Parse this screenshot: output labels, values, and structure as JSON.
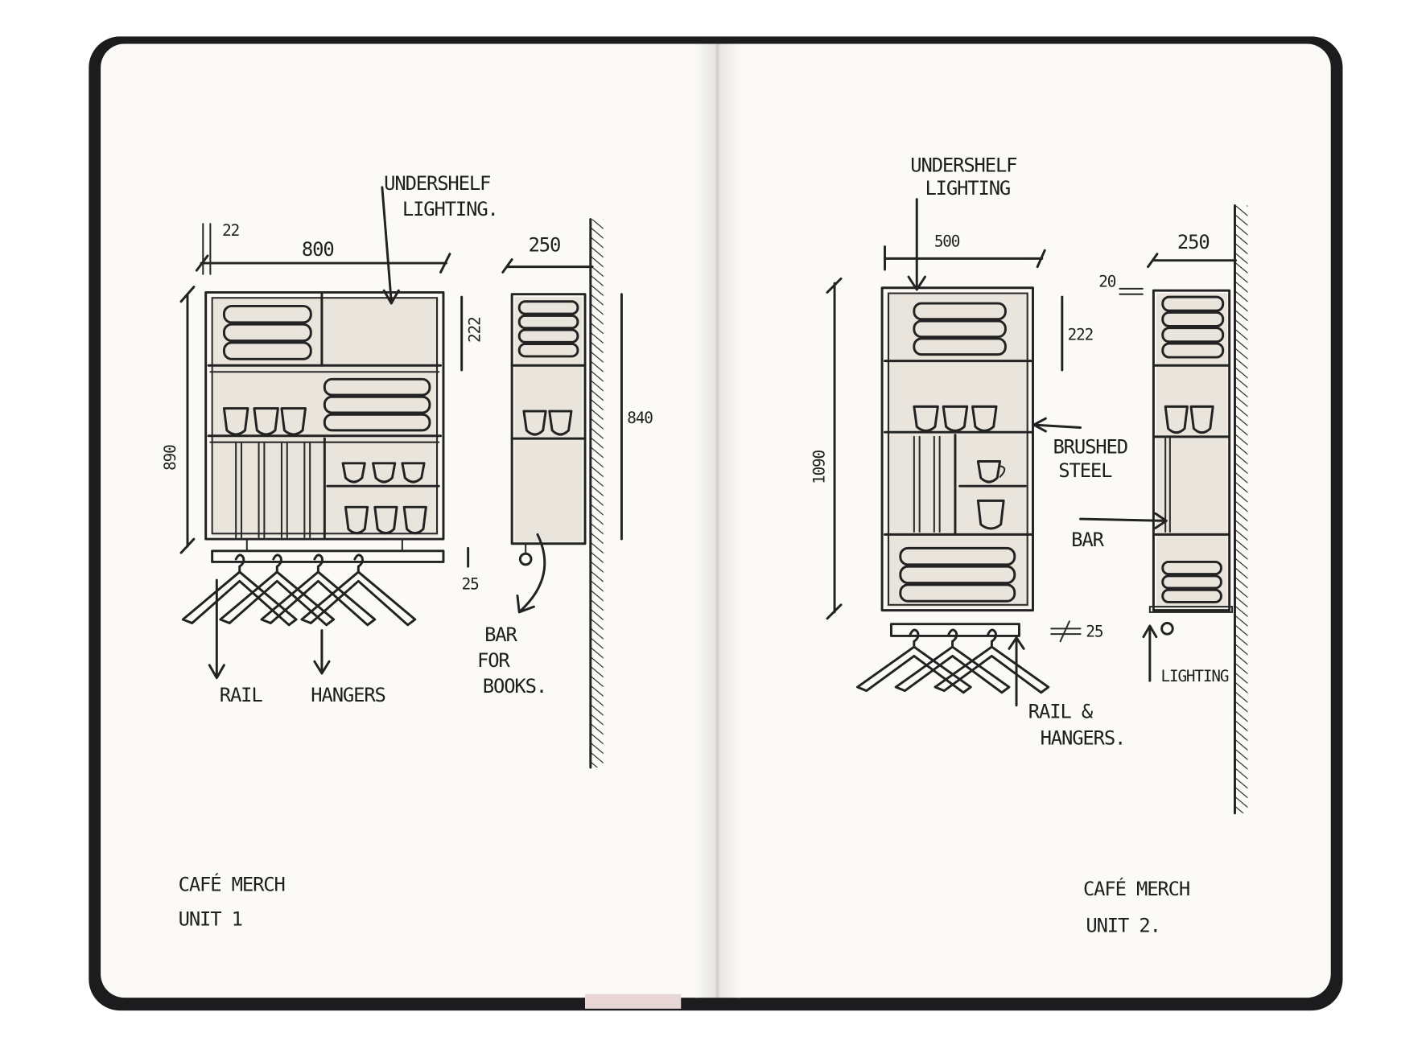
{
  "colors": {
    "cover": "#1c1c1e",
    "page": "#fbfaf6",
    "ink": "#222222",
    "marker_shade": "#e9e5dd",
    "ribbon": "#e8d6d6"
  },
  "unit1": {
    "lighting_note": [
      "UNDERSHELF",
      "LIGHTING."
    ],
    "dim_thickness": "22",
    "dim_width": "800",
    "dim_height": "890",
    "dim_shelf": "222",
    "dim_rail": "25",
    "side_depth": "250",
    "side_height": "840",
    "bar_note": [
      "BAR",
      "FOR",
      "BOOKS."
    ],
    "rail_label": "RAIL",
    "hangers_label": "HANGERS",
    "caption": [
      "CAFÉ MERCH",
      "UNIT 1"
    ]
  },
  "unit2": {
    "lighting_note": [
      "UNDERSHELF",
      "LIGHTING"
    ],
    "dim_width": "500",
    "dim_height": "1090",
    "dim_shelf": "222",
    "dim_rail": "25",
    "side_depth": "250",
    "side_thickness": "20",
    "steel_note": [
      "BRUSHED",
      "STEEL"
    ],
    "bar_label": "BAR",
    "light_label": "LIGHTING",
    "rail_note": [
      "RAIL &",
      "HANGERS."
    ],
    "caption": [
      "CAFÉ MERCH",
      "UNIT 2."
    ]
  }
}
